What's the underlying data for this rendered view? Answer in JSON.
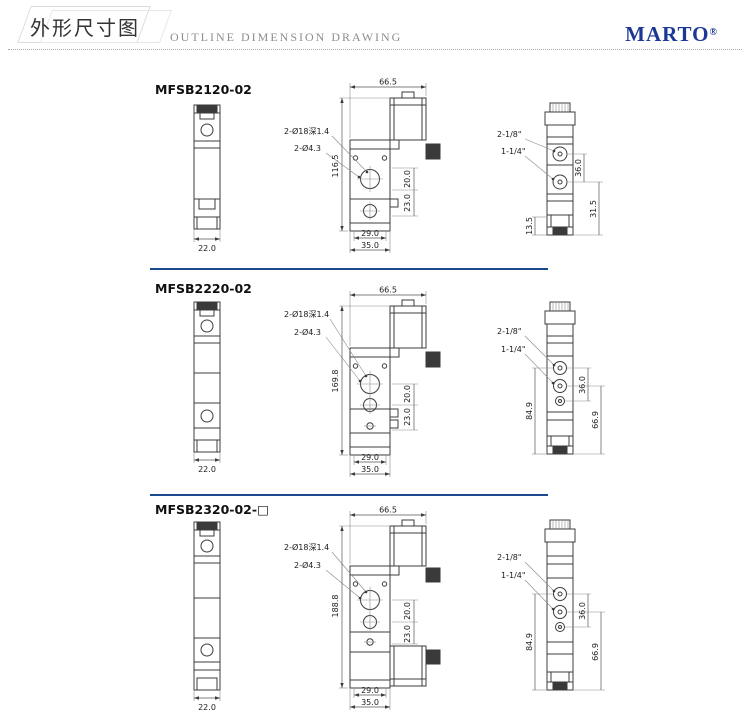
{
  "header": {
    "title_cn": "外形尺寸图",
    "title_en": "OUTLINE DIMENSION DRAWING",
    "brand": "MARTO",
    "brand_reg": "®"
  },
  "colors": {
    "accent": "#1c3796",
    "separator": "#1a4a8d",
    "line": "#3c3c3c"
  },
  "sections": [
    {
      "model": "MFSB2120-02",
      "left_view": {
        "width": "22.0"
      },
      "front_view": {
        "overall_width": "66.5",
        "overall_height": "116.5",
        "note_hole1": "2-Ø18深1.4",
        "note_hole2": "2-Ø4.3",
        "port_spacing": "20.0",
        "port_offset": "23.0",
        "base_width_inner": "29.0",
        "base_width_outer": "35.0"
      },
      "side_view": {
        "note_port_top": "2-1/8\"",
        "note_port_side": "1-1/4\"",
        "dim_right_inner": "36.0",
        "dim_right_outer": "31.5",
        "dim_left": "13.5"
      }
    },
    {
      "model": "MFSB2220-02",
      "left_view": {
        "width": "22.0"
      },
      "front_view": {
        "overall_width": "66.5",
        "overall_height": "169.8",
        "note_hole1": "2-Ø18深1.4",
        "note_hole2": "2-Ø4.3",
        "port_spacing": "20.0",
        "port_offset": "23.0",
        "base_width_inner": "29.0",
        "base_width_outer": "35.0"
      },
      "side_view": {
        "note_port_top": "2-1/8\"",
        "note_port_side": "1-1/4\"",
        "dim_right_inner": "36.0",
        "dim_right_outer": "66.9",
        "dim_left": "84.9"
      }
    },
    {
      "model": "MFSB2320-02-□",
      "left_view": {
        "width": "22.0"
      },
      "front_view": {
        "overall_width": "66.5",
        "overall_height": "188.8",
        "note_hole1": "2-Ø18深1.4",
        "note_hole2": "2-Ø4.3",
        "port_spacing": "20.0",
        "port_offset": "23.0",
        "base_width_inner": "29.0",
        "base_width_outer": "35.0"
      },
      "side_view": {
        "note_port_top": "2-1/8\"",
        "note_port_side": "1-1/4\"",
        "dim_right_inner": "36.0",
        "dim_right_outer": "66.9",
        "dim_left": "84.9"
      }
    }
  ]
}
